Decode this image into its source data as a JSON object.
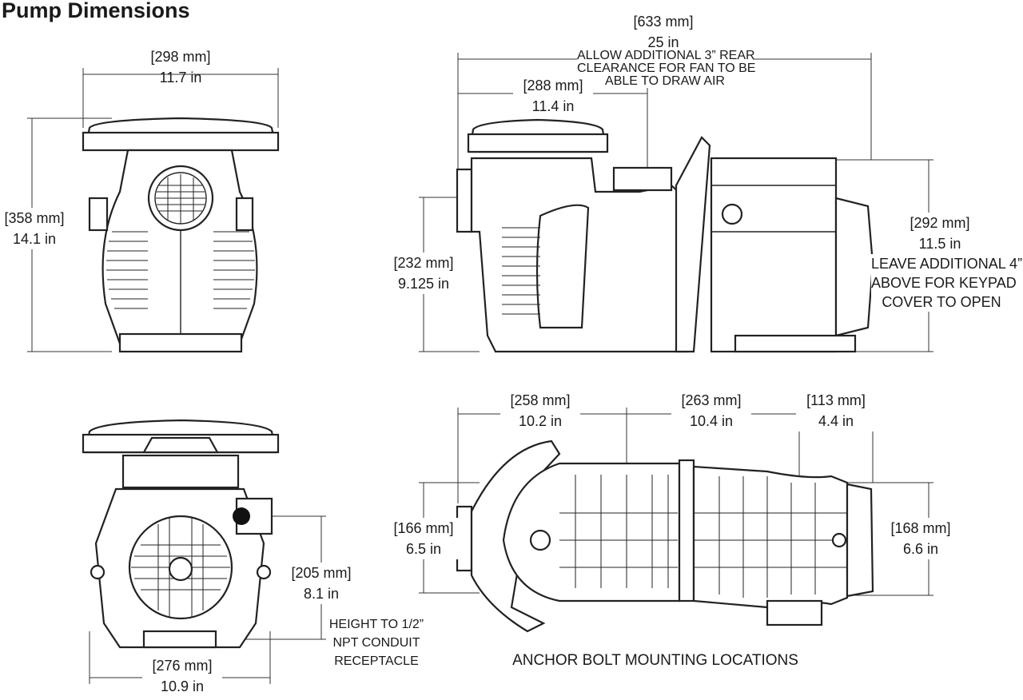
{
  "title": "Pump Dimensions",
  "front_view": {
    "width_mm": "[298 mm]",
    "width_in": "11.7 in",
    "height_mm": "[358 mm]",
    "height_in": "14.1 in"
  },
  "side_view": {
    "length_mm": "[633 mm]",
    "length_in": "25 in",
    "rear_note": [
      "ALLOW ADDITIONAL 3” REAR",
      "CLEARANCE  FOR FAN TO BE",
      "ABLE TO DRAW AIR"
    ],
    "lid_mm": "[288 mm]",
    "lid_in": "11.4 in",
    "inlet_mm": "[232 mm]",
    "inlet_in": "9.125 in",
    "motor_mm": "[292 mm]",
    "motor_in": "11.5 in",
    "keypad_note": [
      "LEAVE ADDITIONAL 4”",
      "ABOVE FOR KEYPAD",
      "COVER TO OPEN"
    ]
  },
  "rear_view": {
    "conduit_mm": "[205 mm]",
    "conduit_in": "8.1 in",
    "conduit_note": [
      "HEIGHT TO 1/2”",
      "NPT CONDUIT",
      "RECEPTACLE"
    ],
    "width_mm": "[276 mm]",
    "width_in": "10.9 in"
  },
  "bottom_view": {
    "d1_mm": "[258 mm]",
    "d1_in": "10.2 in",
    "d2_mm": "[263 mm]",
    "d2_in": "10.4 in",
    "d3_mm": "[113 mm]",
    "d3_in": "4.4 in",
    "left_mm": "[166 mm]",
    "left_in": "6.5 in",
    "right_mm": "[168 mm]",
    "right_in": "6.6 in",
    "caption": "ANCHOR BOLT MOUNTING LOCATIONS"
  }
}
